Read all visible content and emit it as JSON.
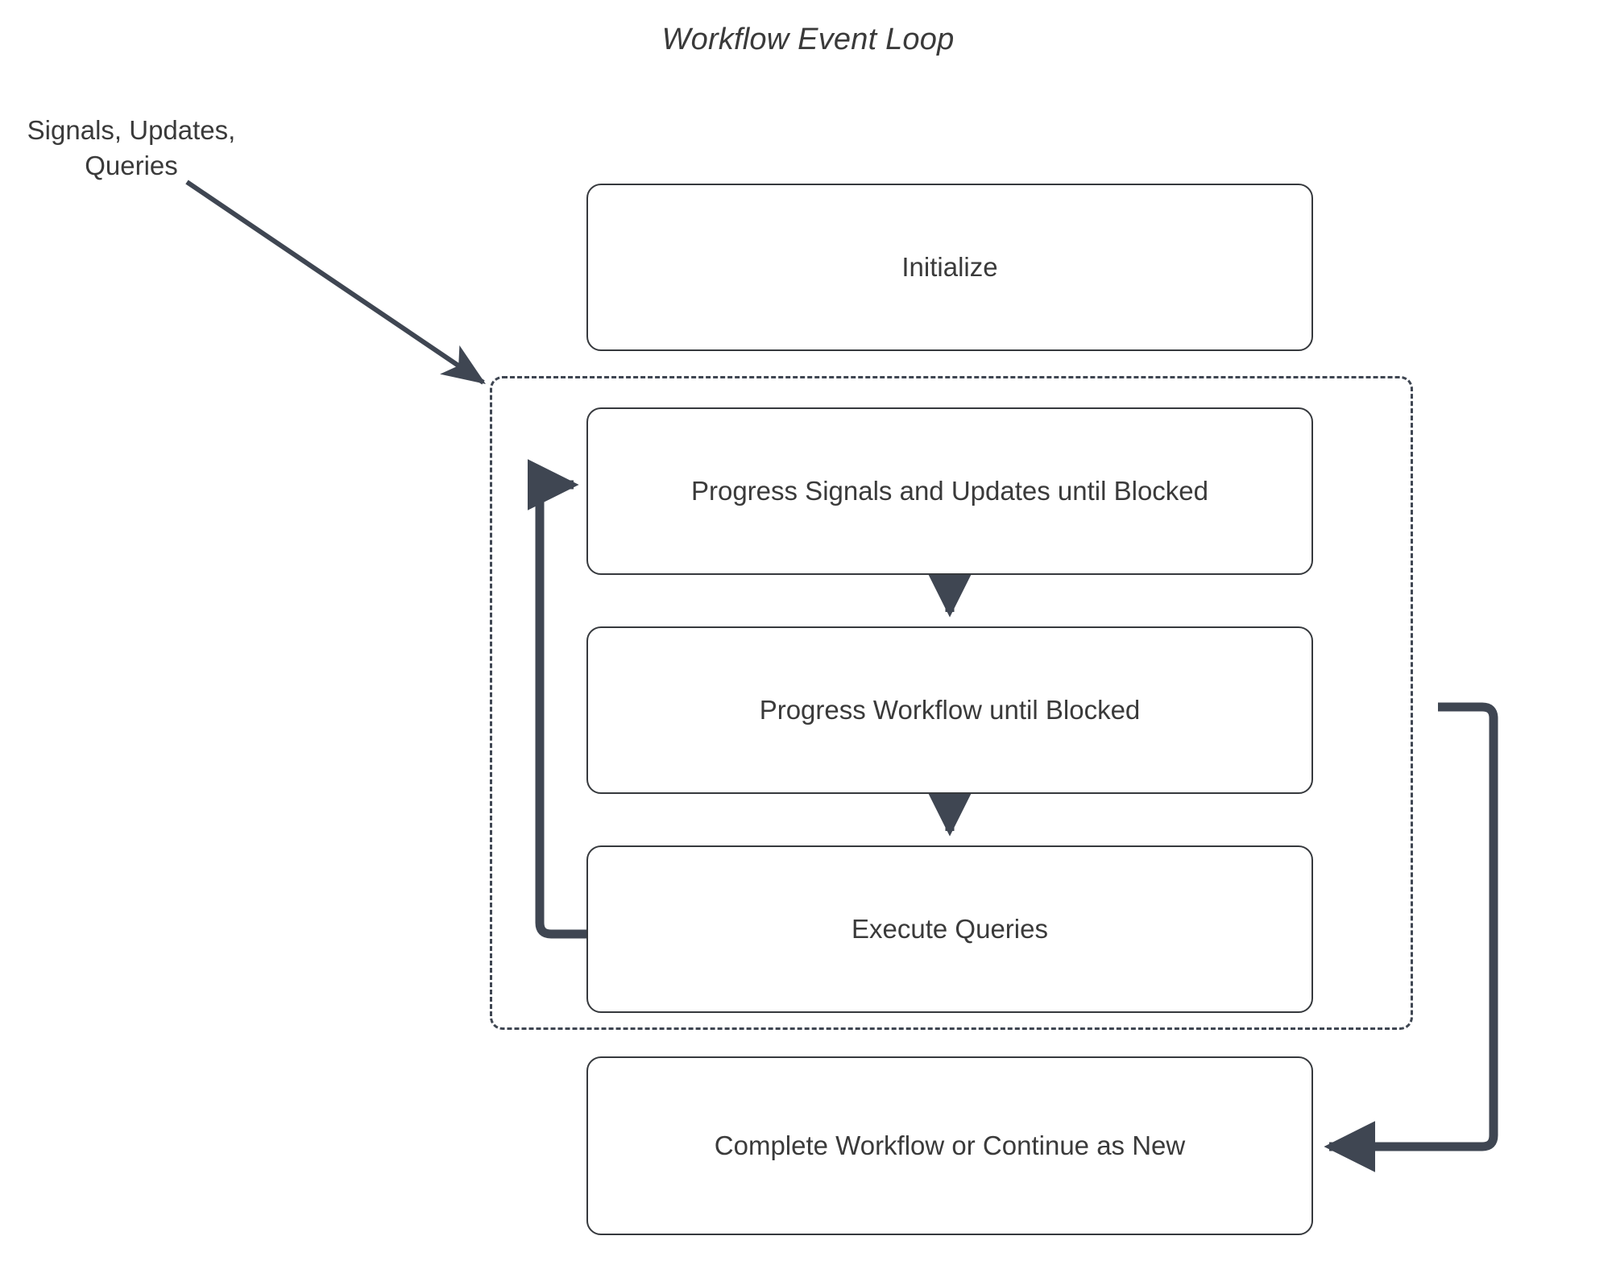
{
  "diagram": {
    "title": "Workflow Event Loop",
    "type": "flowchart",
    "colors": {
      "node_border": "#36393d",
      "node_background": "#ffffff",
      "text": "#3a3a3a",
      "connector": "#3f4652",
      "loop_container_border": "#3f4652",
      "page_background": "#ffffff"
    },
    "external_input": {
      "label_line1": "Signals, Updates,",
      "label_line2": "Queries",
      "target": "loop-container"
    },
    "loop_container": {
      "name": "event-loop-group",
      "border_style": "dashed",
      "contains": [
        "progress-signals",
        "progress-workflow",
        "execute-queries"
      ]
    },
    "nodes": [
      {
        "id": "initialize",
        "label": "Initialize"
      },
      {
        "id": "progress-signals",
        "label": "Progress Signals and Updates until Blocked"
      },
      {
        "id": "progress-workflow",
        "label": "Progress Workflow until Blocked"
      },
      {
        "id": "execute-queries",
        "label": "Execute Queries"
      },
      {
        "id": "complete-workflow",
        "label": "Complete Workflow or Continue as New"
      }
    ],
    "edges": [
      {
        "from": "external-input",
        "to": "event-loop-group",
        "style": "diagonal-arrow"
      },
      {
        "from": "progress-signals",
        "to": "progress-workflow",
        "style": "vertical-arrow"
      },
      {
        "from": "progress-workflow",
        "to": "execute-queries",
        "style": "vertical-arrow"
      },
      {
        "from": "execute-queries",
        "to": "progress-signals",
        "style": "loop-back-left"
      },
      {
        "from": "event-loop-group",
        "to": "complete-workflow",
        "style": "return-right"
      }
    ]
  }
}
